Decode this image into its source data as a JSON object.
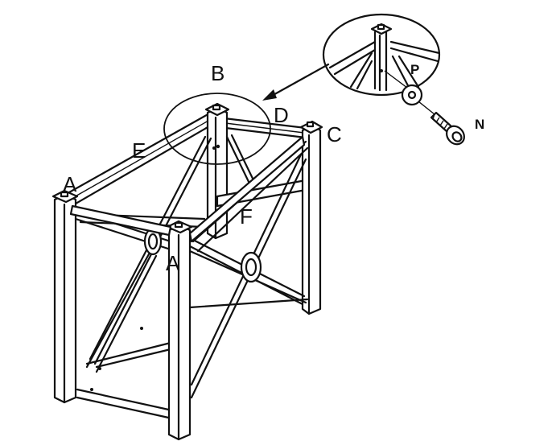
{
  "labels": {
    "A_back": "A",
    "A_front": "A",
    "B": "B",
    "C": "C",
    "D": "D",
    "E": "E",
    "F": "F",
    "P": "P",
    "N": "N"
  },
  "colors": {
    "ink": "#111111",
    "paper": "#ffffff"
  }
}
